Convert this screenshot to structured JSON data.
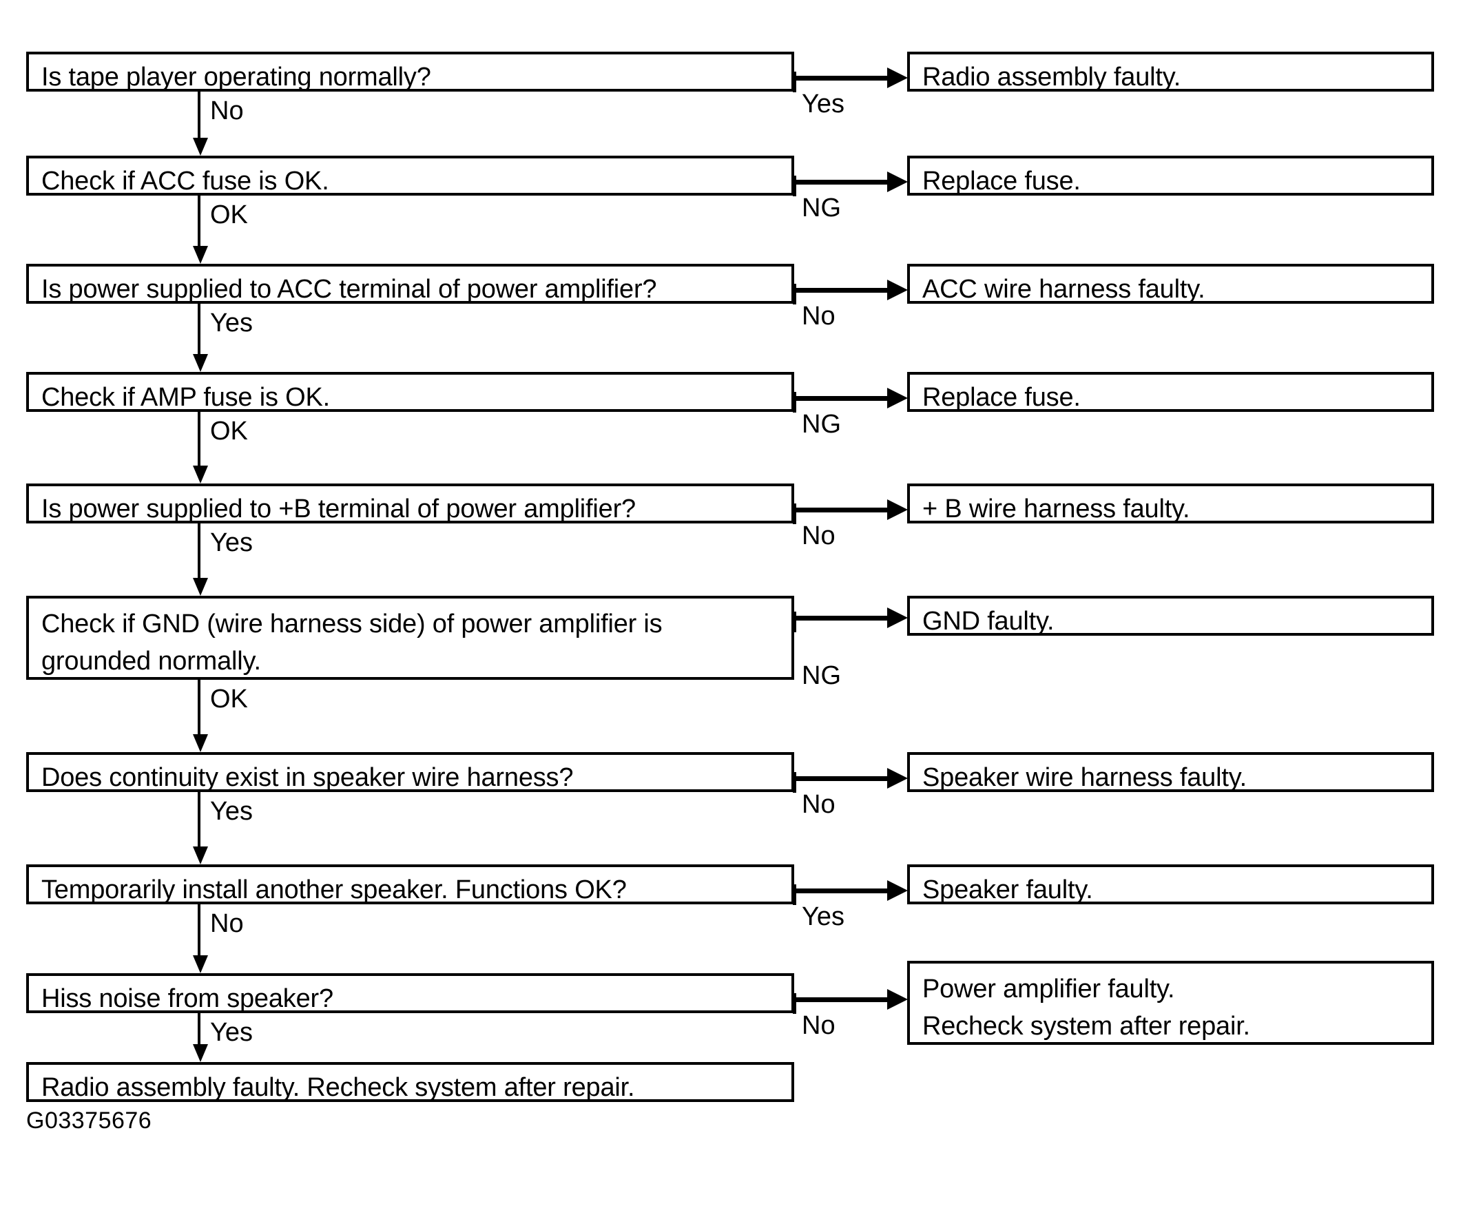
{
  "diagram": {
    "figure_id": "G03375676",
    "ink_color": "#000000",
    "paper_color": "#ffffff",
    "left_nodes": [
      {
        "id": "q-tape-player",
        "text": "Is tape player operating normally?"
      },
      {
        "id": "q-acc-fuse",
        "text": "Check if ACC fuse is OK."
      },
      {
        "id": "q-acc-power",
        "text": "Is power supplied to ACC terminal of power amplifier?"
      },
      {
        "id": "q-amp-fuse",
        "text": "Check if AMP fuse is OK."
      },
      {
        "id": "q-b-power",
        "text": "Is power supplied to +B terminal of power amplifier?"
      },
      {
        "id": "q-gnd",
        "text": "Check if GND (wire harness side) of power amplifier is\ngrounded normally."
      },
      {
        "id": "q-speaker-harness",
        "text": "Does continuity exist in speaker wire harness?"
      },
      {
        "id": "q-temp-speaker",
        "text": "Temporarily install another speaker. Functions OK?"
      },
      {
        "id": "q-hiss-noise",
        "text": "Hiss noise from speaker?"
      },
      {
        "id": "r-radio-recheck",
        "text": "Radio assembly faulty. Recheck system after repair."
      }
    ],
    "right_nodes": [
      {
        "id": "r-radio-faulty",
        "text": "Radio assembly faulty."
      },
      {
        "id": "r-replace-fuse-acc",
        "text": "Replace fuse."
      },
      {
        "id": "r-acc-harness",
        "text": "ACC wire harness faulty."
      },
      {
        "id": "r-replace-fuse-amp",
        "text": "Replace fuse."
      },
      {
        "id": "r-b-harness",
        "text": "+ B wire harness faulty."
      },
      {
        "id": "r-gnd-faulty",
        "text": "GND faulty."
      },
      {
        "id": "r-speaker-harness",
        "text": "Speaker wire harness faulty."
      },
      {
        "id": "r-speaker-faulty",
        "text": "Speaker faulty."
      },
      {
        "id": "r-power-amp",
        "text": "Power amplifier faulty.\nRecheck system after repair."
      }
    ],
    "branch_labels": [
      {
        "id": "branch-down-1",
        "text": "No"
      },
      {
        "id": "branch-down-2",
        "text": "OK"
      },
      {
        "id": "branch-down-3",
        "text": "Yes"
      },
      {
        "id": "branch-down-4",
        "text": "OK"
      },
      {
        "id": "branch-down-5",
        "text": "Yes"
      },
      {
        "id": "branch-down-6",
        "text": "OK"
      },
      {
        "id": "branch-down-7",
        "text": "Yes"
      },
      {
        "id": "branch-down-8",
        "text": "No"
      },
      {
        "id": "branch-down-9",
        "text": "Yes"
      }
    ],
    "side_labels": [
      {
        "id": "branch-right-1",
        "text": "Yes"
      },
      {
        "id": "branch-right-2",
        "text": "NG"
      },
      {
        "id": "branch-right-3",
        "text": "No"
      },
      {
        "id": "branch-right-4",
        "text": "NG"
      },
      {
        "id": "branch-right-5",
        "text": "No"
      },
      {
        "id": "branch-right-6",
        "text": "NG"
      },
      {
        "id": "branch-right-7",
        "text": "No"
      },
      {
        "id": "branch-right-8",
        "text": "Yes"
      },
      {
        "id": "branch-right-9",
        "text": "No"
      }
    ]
  }
}
